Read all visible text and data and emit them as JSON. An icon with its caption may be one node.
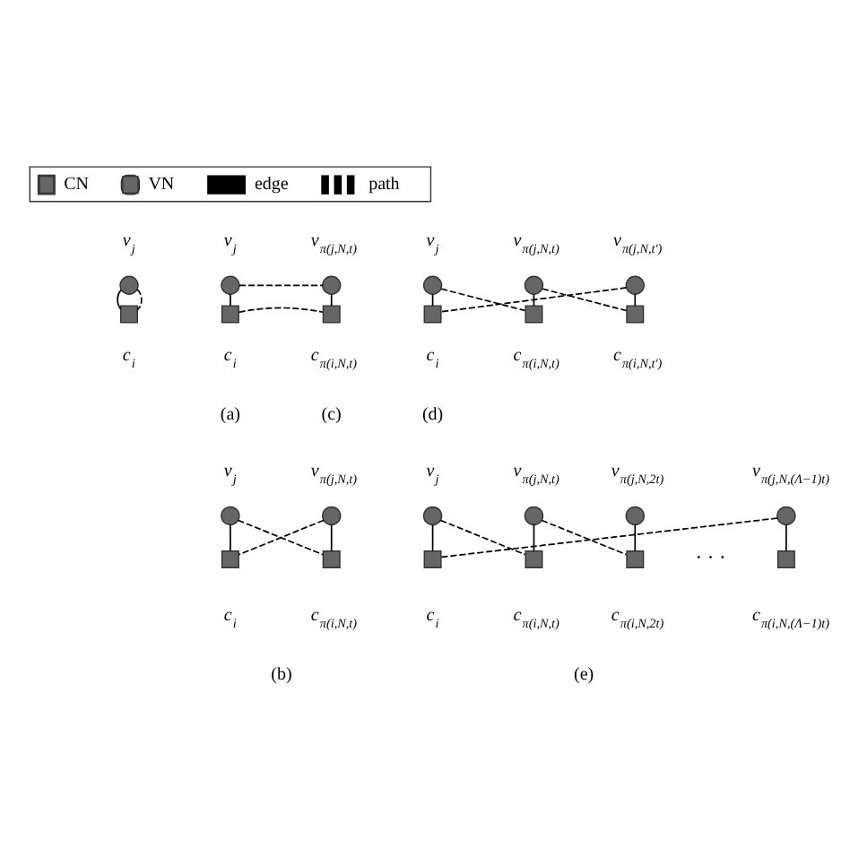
{
  "diagram": {
    "nodes": [
      {
        "text": [],
        "shape": "circle",
        "beside": [
          "v$_{j}$"
        ]
      },
      {
        "text": [],
        "shape": "square",
        "beside": [
          "c$_{i}$"
        ]
      },
      {
        "text": [],
        "shape": "circle",
        "beside": [
          "v$_{j}$"
        ]
      },
      {
        "text": [],
        "shape": "circle",
        "beside": [
          "v$_{π(j,N,t)}$"
        ]
      },
      {
        "text": [],
        "shape": "square",
        "beside": [
          "c$_{i}$"
        ]
      },
      {
        "text": [],
        "shape": "square",
        "beside": [
          "c$_{π(i,N,t)}$"
        ]
      },
      {
        "text": [],
        "shape": "circle",
        "beside": [
          "v$_{j}$"
        ]
      },
      {
        "text": [],
        "shape": "circle",
        "beside": [
          "v$_{π(j,N,t)}$"
        ]
      },
      {
        "text": [],
        "shape": "circle",
        "beside": [
          "v$_{π(j,N,t′)}$"
        ]
      },
      {
        "text": [],
        "shape": "square",
        "beside": [
          "c$_{i}$"
        ]
      },
      {
        "text": [],
        "shape": "square",
        "beside": [
          "c$_{π(i,N,t)}$"
        ]
      },
      {
        "text": [],
        "shape": "square",
        "beside": [
          "c$_{π(i,N,t′)}$"
        ]
      },
      {
        "text": [],
        "shape": "circle",
        "beside": [
          "v$_{j}$"
        ]
      },
      {
        "text": [],
        "shape": "circle",
        "beside": [
          "v$_{π(j,N,t)}$"
        ]
      },
      {
        "text": [],
        "shape": "square",
        "beside": [
          "c$_{i}$"
        ]
      },
      {
        "text": [],
        "shape": "square",
        "beside": [
          "c$_{π(i,N,t)}$"
        ]
      },
      {
        "text": [],
        "shape": "circle",
        "beside": [
          "v$_{j}$"
        ]
      },
      {
        "text": [],
        "shape": "circle",
        "beside": [
          "v$_{π(j,N,t)}$"
        ]
      },
      {
        "text": [],
        "shape": "circle",
        "beside": [
          "v$_{π(j,N,2t)}$"
        ]
      },
      {
        "text": [],
        "shape": "circle",
        "beside": [
          "v$_{π(j,N,(Λ−1)t)}$"
        ]
      },
      {
        "text": [],
        "shape": "square",
        "beside": [
          "c$_{i}$"
        ]
      },
      {
        "text": [],
        "shape": "square",
        "beside": [
          "c$_{π(i,N,t)}$"
        ]
      },
      {
        "text": [],
        "shape": "square",
        "beside": [
          "c$_{π(i,N,2t)}$"
        ]
      },
      {
        "text": [],
        "shape": "square",
        "beside": [
          "c$_{π(i,N,(Λ−1)t)}$"
        ]
      }
    ],
    "edges": [
      {
        "from": 0,
        "to": 1,
        "arrow": "none"
      },
      {
        "from": 0,
        "to": 1,
        "arrow": "none",
        "style": "dashed"
      },
      {
        "from": 2,
        "to": 4,
        "arrow": "none"
      },
      {
        "from": 3,
        "to": 5,
        "arrow": "none"
      },
      {
        "from": 2,
        "to": 3,
        "arrow": "none",
        "style": "dashed"
      },
      {
        "from": 4,
        "to": 5,
        "arrow": "none",
        "style": "dashed"
      },
      {
        "from": 6,
        "to": 9,
        "arrow": "none"
      },
      {
        "from": 7,
        "to": 10,
        "arrow": "none"
      },
      {
        "from": 8,
        "to": 11,
        "arrow": "none"
      },
      {
        "from": 6,
        "to": 10,
        "arrow": "none",
        "style": "dashed"
      },
      {
        "from": 7,
        "to": 11,
        "arrow": "none",
        "style": "dashed"
      },
      {
        "from": 8,
        "to": 9,
        "arrow": "none",
        "style": "dashed"
      },
      {
        "from": 12,
        "to": 14,
        "arrow": "none"
      },
      {
        "from": 13,
        "to": 15,
        "arrow": "none"
      },
      {
        "from": 12,
        "to": 15,
        "arrow": "none",
        "style": "dashed"
      },
      {
        "from": 13,
        "to": 14,
        "arrow": "none",
        "style": "dashed"
      },
      {
        "from": 16,
        "to": 20,
        "arrow": "none"
      },
      {
        "from": 17,
        "to": 21,
        "arrow": "none"
      },
      {
        "from": 18,
        "to": 22,
        "arrow": "none"
      },
      {
        "from": 19,
        "to": 23,
        "arrow": "none"
      },
      {
        "from": 16,
        "to": 21,
        "arrow": "none",
        "style": "dashed"
      },
      {
        "from": 17,
        "to": 22,
        "arrow": "none",
        "style": "dashed"
      },
      {
        "from": 19,
        "to": 20,
        "arrow": "none",
        "style": "dashed"
      }
    ],
    "labels": [
      "(a)",
      "(c)",
      "(d)",
      "(b)",
      "(e)",
      "· · ·"
    ],
    "legend": [
      {
        "text": "CN"
      },
      {
        "text": "VN"
      },
      {
        "text": "edge"
      },
      {
        "text": "path"
      }
    ]
  }
}
